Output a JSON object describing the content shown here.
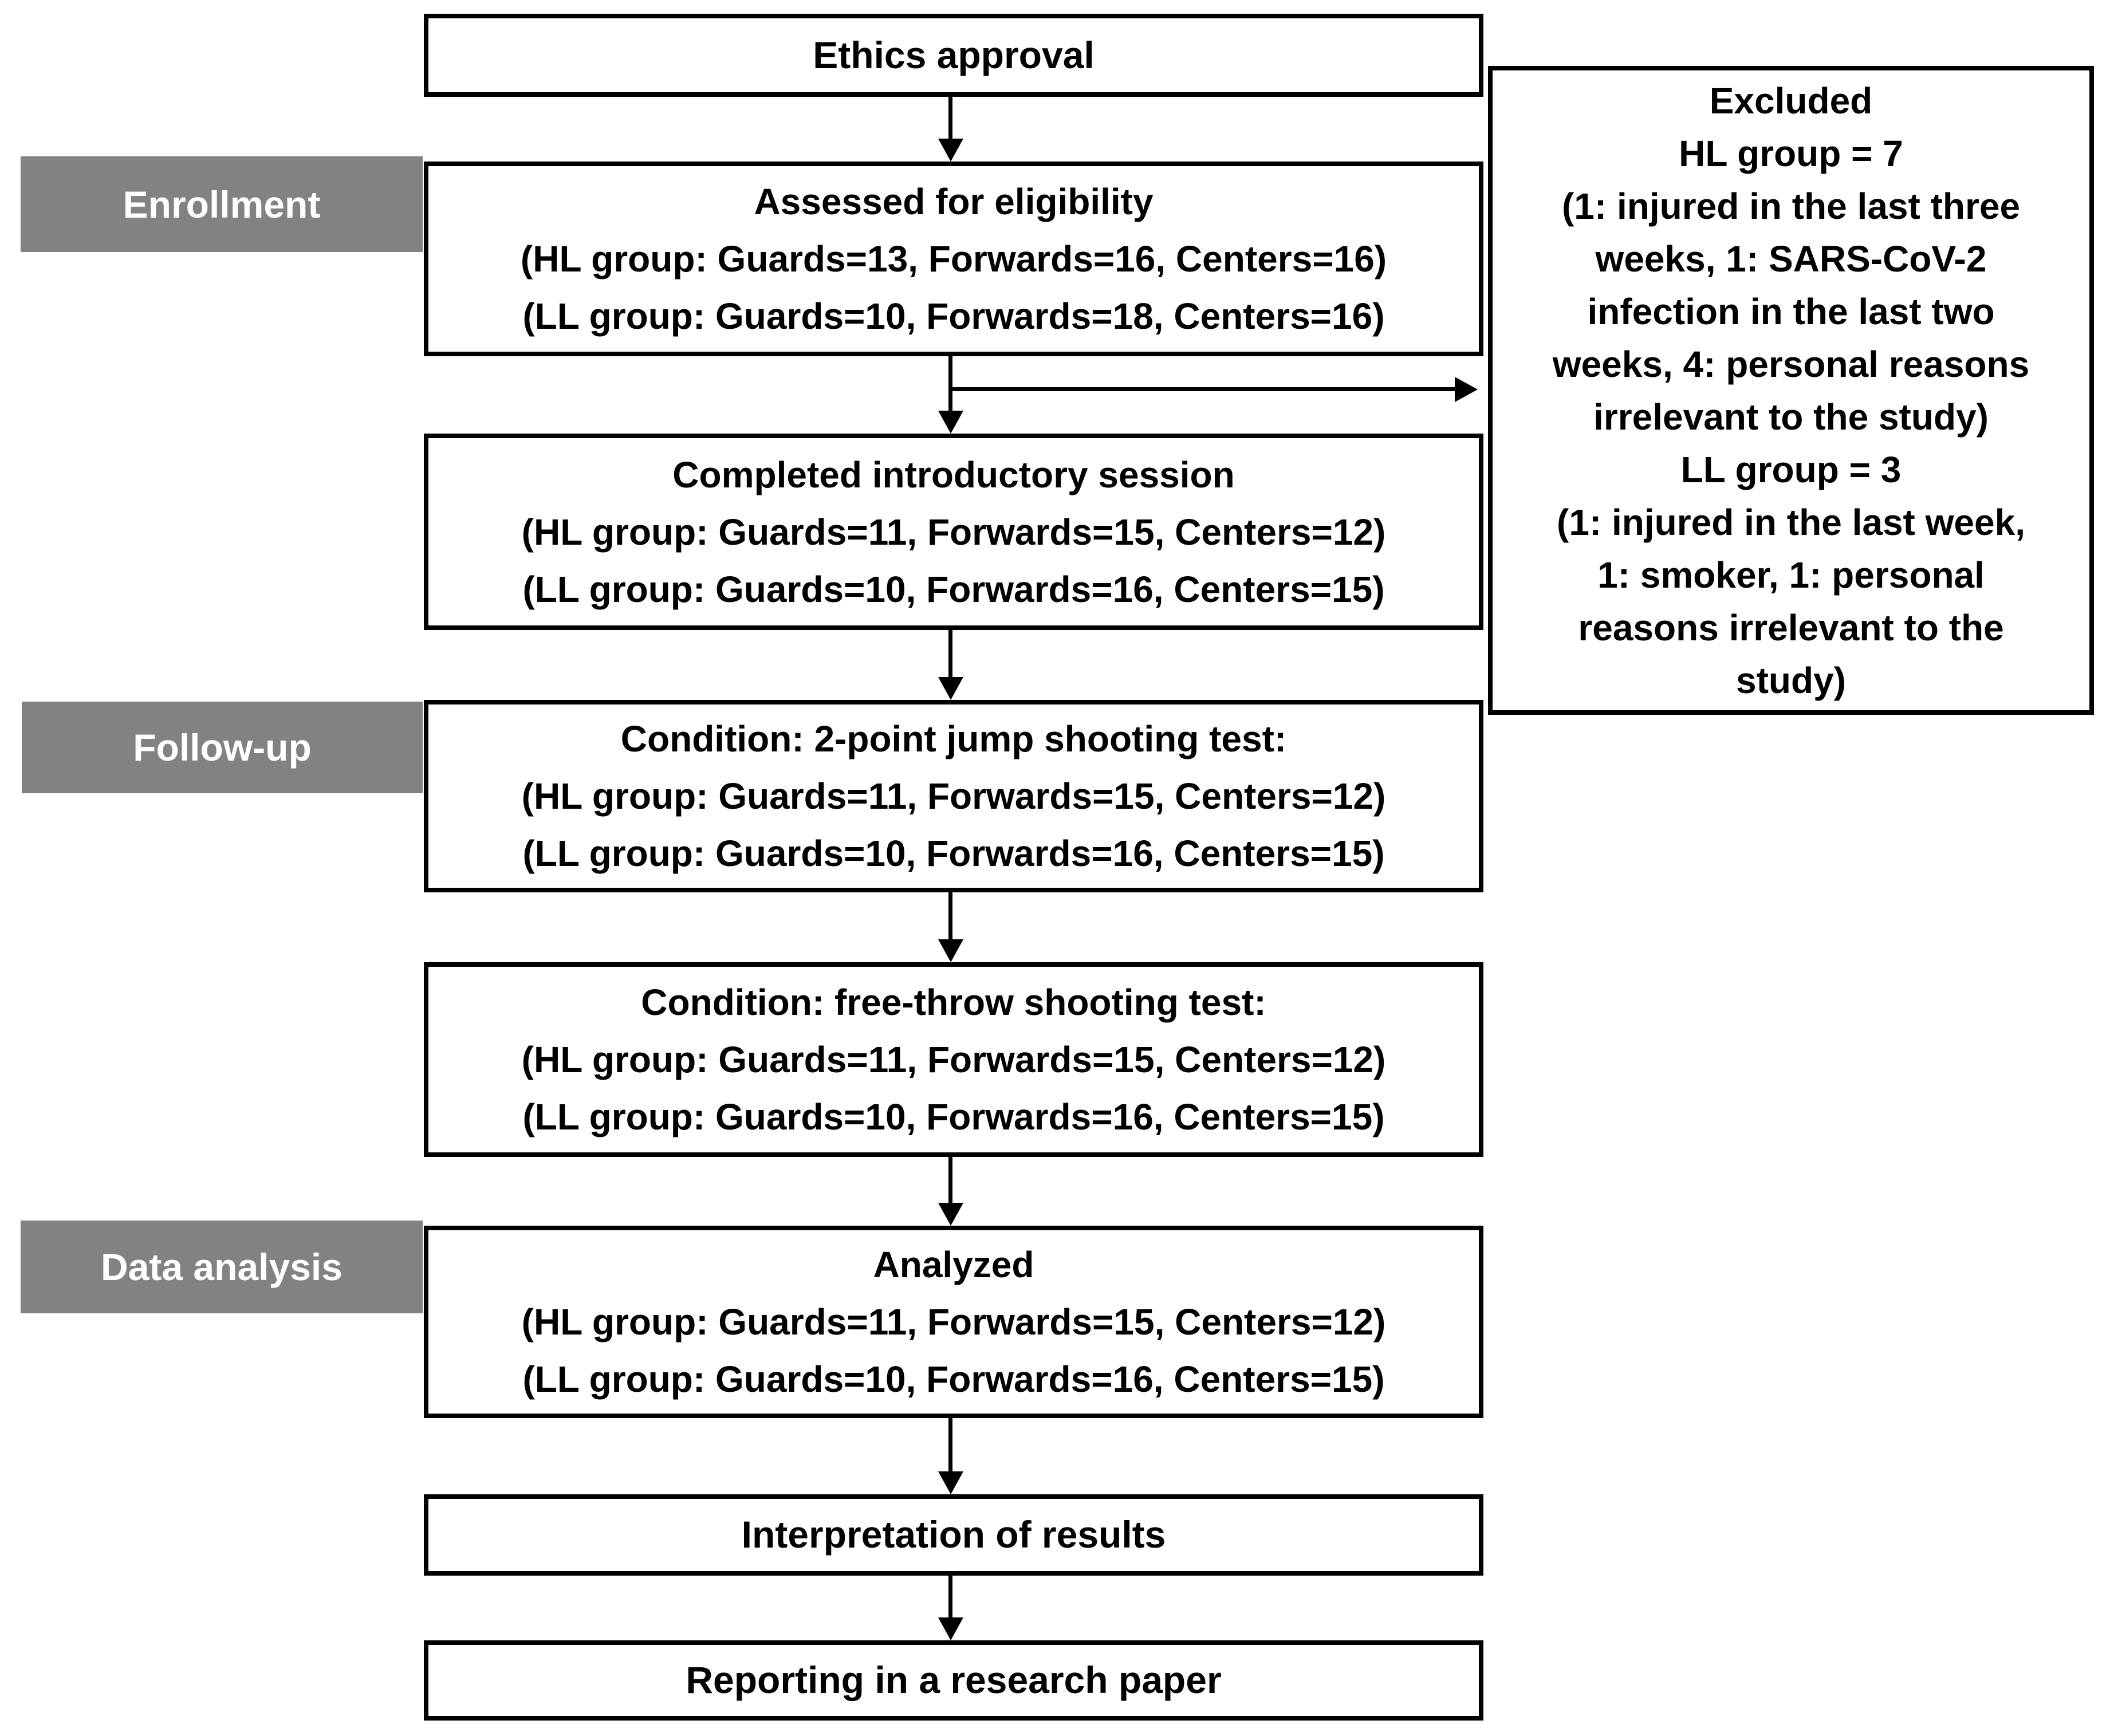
{
  "colors": {
    "background": "#ffffff",
    "box_border": "#000000",
    "box_text": "#000000",
    "label_bg": "#828282",
    "label_text": "#ffffff",
    "arrow": "#000000"
  },
  "stage_labels": [
    {
      "text": "Enrollment"
    },
    {
      "text": "Follow-up"
    },
    {
      "text": "Data analysis"
    }
  ],
  "flow_boxes": [
    {
      "text": "Ethics approval"
    },
    {
      "text": "Assessed for eligibility\n(HL group: Guards=13, Forwards=16, Centers=16)\n(LL group: Guards=10, Forwards=18, Centers=16)"
    },
    {
      "text": "Completed introductory session\n(HL group: Guards=11, Forwards=15, Centers=12)\n(LL group: Guards=10, Forwards=16, Centers=15)"
    },
    {
      "text": "Condition: 2-point jump shooting test:\n(HL group: Guards=11, Forwards=15, Centers=12)\n(LL group: Guards=10, Forwards=16, Centers=15)"
    },
    {
      "text": "Condition: free-throw shooting test:\n(HL group: Guards=11, Forwards=15, Centers=12)\n(LL group: Guards=10, Forwards=16, Centers=15)"
    },
    {
      "text": "Analyzed\n(HL group: Guards=11, Forwards=15, Centers=12)\n(LL group: Guards=10, Forwards=16, Centers=15)"
    },
    {
      "text": "Interpretation of results"
    },
    {
      "text": "Reporting in a research paper"
    }
  ],
  "excluded_box": {
    "text": "Excluded\nHL group = 7\n(1: injured in the last three\nweeks, 1: SARS-CoV-2\ninfection in the last two\nweeks, 4: personal reasons\nirrelevant to the study)\nLL group = 3\n(1: injured in the last week,\n1: smoker, 1: personal\nreasons irrelevant to the\nstudy)"
  }
}
